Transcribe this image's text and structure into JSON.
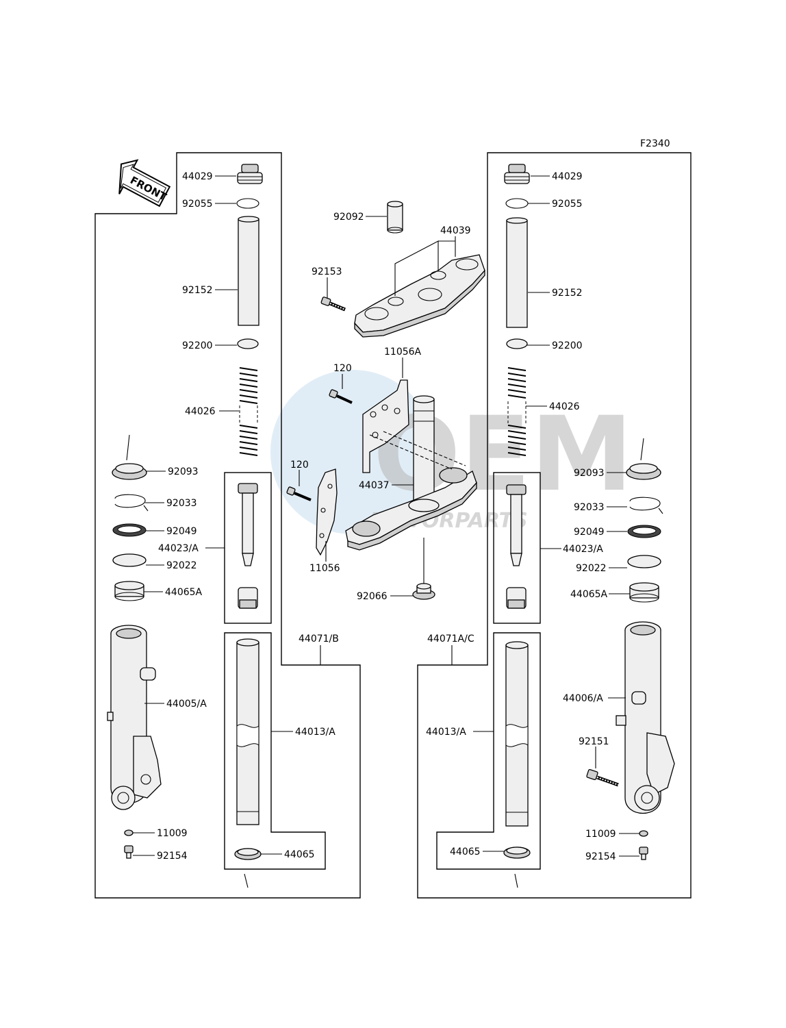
{
  "figure_code": "F2340",
  "front_label": "FRONT",
  "watermark": {
    "brand": "OEM",
    "subtitle": "MOTORPARTS"
  },
  "labels": {
    "l_44029": "44029",
    "l_92055": "92055",
    "l_92152": "92152",
    "l_92200": "92200",
    "l_44026": "44026",
    "l_92093": "92093",
    "l_92033": "92033",
    "l_92049": "92049",
    "l_44023": "44023/A",
    "l_92022": "92022",
    "l_44065A": "44065A",
    "l_44005": "44005/A",
    "l_44013": "44013/A",
    "l_44065": "44065",
    "l_11009": "11009",
    "l_92154": "92154",
    "l_44071B": "44071/B",
    "r_44029": "44029",
    "r_92055": "92055",
    "r_92152": "92152",
    "r_92200": "92200",
    "r_44026": "44026",
    "r_92093": "92093",
    "r_92033": "92033",
    "r_92049": "92049",
    "r_44023": "44023/A",
    "r_92022": "92022",
    "r_44065A": "44065A",
    "r_44006": "44006/A",
    "r_92151": "92151",
    "r_44013": "44013/A",
    "r_44065": "44065",
    "r_11009": "11009",
    "r_92154": "92154",
    "r_44071AC": "44071A/C",
    "c_92092": "92092",
    "c_44039": "44039",
    "c_92153": "92153",
    "c_11056A": "11056A",
    "c_120a": "120",
    "c_120b": "120",
    "c_44037": "44037",
    "c_11056": "11056",
    "c_92066": "92066"
  }
}
